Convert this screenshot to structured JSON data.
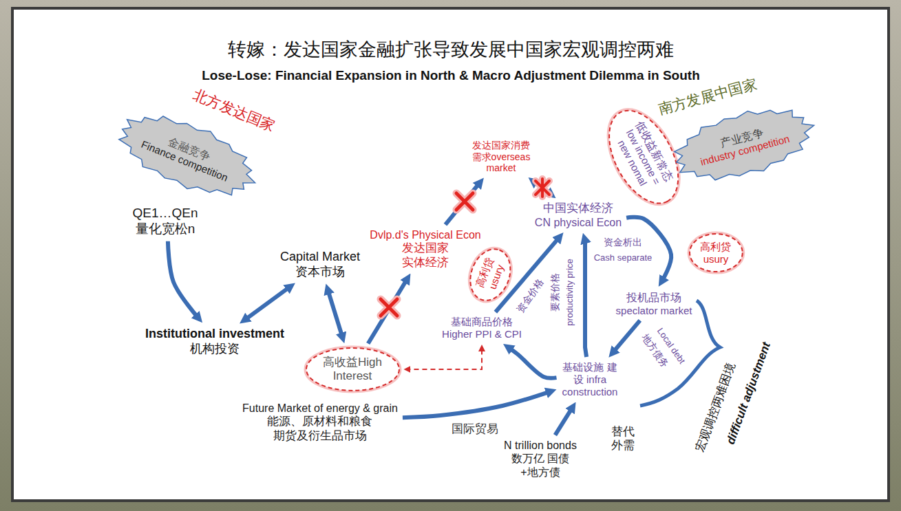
{
  "diagram": {
    "title": "转嫁：发达国家金融扩张导致发展中国家宏观调控两难",
    "nodes": [
      {
        "text": [
          "金融竞争",
          "Finance competition"
        ]
      },
      {
        "text": [
          "QE1…QEn",
          "量化宽松n"
        ]
      },
      {
        "text": [
          "Institutional investment",
          "机构投资"
        ]
      },
      {
        "text": [
          "Capital Market",
          "资本市场"
        ]
      },
      {
        "text": [
          "高收益High Interest"
        ]
      },
      {
        "text": [
          "Future Market of energy & grain",
          "能源、原材料和粮食 期货及衍生品市场"
        ]
      },
      {
        "text": [
          "Dvlp.d's Physical Econ",
          "发达国家 实体经济"
        ]
      },
      {
        "text": [
          "发达国家消费 需求overseas market"
        ]
      },
      {
        "text": [
          "高利贷 usury"
        ]
      },
      {
        "text": [
          "基础商品价格",
          "Higher PPI & CPI"
        ]
      },
      {
        "text": [
          "中国实体经济",
          "CN physical Econ"
        ]
      },
      {
        "text": [
          "低收益新常态",
          "low income = new nomal"
        ]
      },
      {
        "text": [
          "产业竞争",
          "industry competition"
        ]
      },
      {
        "text": [
          "高利贷 usury"
        ]
      },
      {
        "text": [
          "投机品市场",
          "speclator market"
        ]
      },
      {
        "text": [
          "基础设施 建设 infra construction"
        ]
      },
      {
        "text": [
          "N trillion bonds",
          "数万亿 国债+地方债"
        ]
      }
    ],
    "edges": [
      {
        "from": 1,
        "to": 2,
        "arrow": "to"
      },
      {
        "from": 2,
        "to": 3,
        "arrow": "both"
      },
      {
        "from": 3,
        "to": 4,
        "arrow": "both"
      },
      {
        "from": 4,
        "to": 6,
        "arrow": "to"
      },
      {
        "from": 6,
        "to": 7,
        "arrow": "to"
      },
      {
        "from": 7,
        "to": 10,
        "arrow": "both"
      },
      {
        "from": 4,
        "to": 9,
        "arrow": "both"
      },
      {
        "from": 9,
        "to": 10,
        "label": "资金价格",
        "arrow": "to"
      },
      {
        "from": 15,
        "to": 10,
        "label": "要素价格",
        "arrow": "to"
      },
      {
        "from": 10,
        "to": 14,
        "label": "资金析出",
        "arrow": "to"
      },
      {
        "from": 14,
        "to": 15,
        "label": "地方债务",
        "arrow": "to"
      },
      {
        "from": 15,
        "to": 9,
        "arrow": "to"
      },
      {
        "from": 5,
        "to": 15,
        "label": "国际贸易",
        "arrow": "to"
      },
      {
        "from": 16,
        "to": 15,
        "arrow": "to"
      }
    ],
    "labels": [
      "Lose-Lose: Financial Expansion in North & Macro Adjustment Dilemma in South",
      "北方发达国家",
      "南方发展中国家",
      "productivity price",
      "Cash separate",
      "Local debt",
      "替代 外需",
      "宏观调控两难困境",
      "difficult adjustment"
    ]
  }
}
